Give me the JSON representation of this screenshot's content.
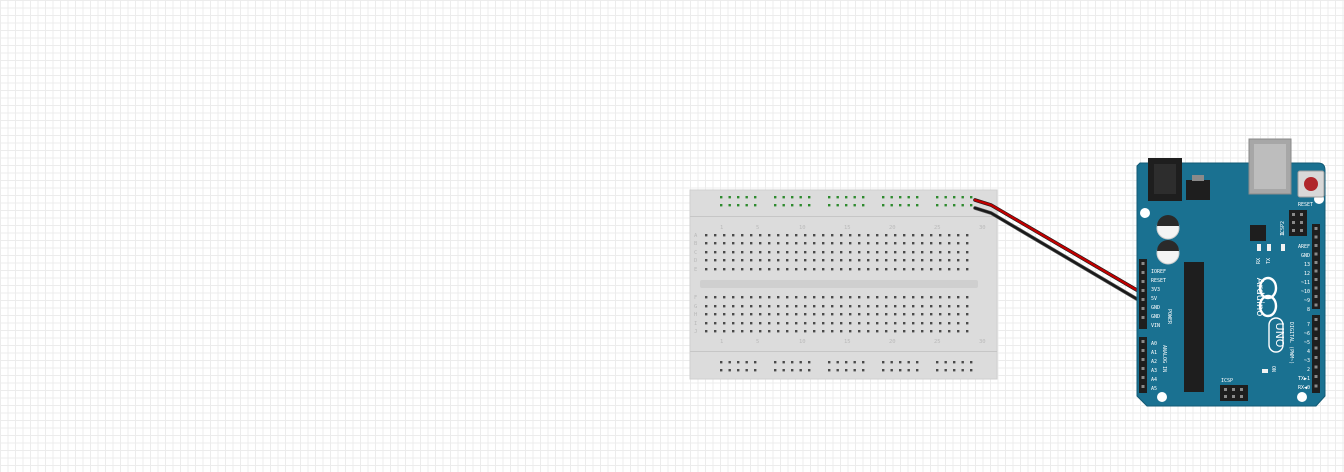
{
  "canvas": {
    "background": "#ffffff",
    "grid_color": "#ececec"
  },
  "breadboard": {
    "row_letters_top": [
      "A",
      "B",
      "C",
      "D",
      "E"
    ],
    "row_letters_bottom": [
      "F",
      "G",
      "H",
      "I",
      "J"
    ],
    "column_numbers": [
      "1",
      "5",
      "10",
      "15",
      "20",
      "25",
      "30"
    ],
    "body_color": "#dcdcdc",
    "highlight_color": "#2e8b2e"
  },
  "wires": [
    {
      "name": "red-wire",
      "color": "#c00000"
    },
    {
      "name": "black-wire",
      "color": "#1a1a1a"
    }
  ],
  "arduino": {
    "board_color": "#1a7191",
    "logo_text": "Arduino",
    "model_text": "UNO",
    "reset_label": "RESET",
    "icsp_label": "ICSP",
    "icsp2_label": "ICSP2",
    "tx_label": "TX",
    "rx_label": "RX",
    "l_label": "L",
    "on_label": "ON",
    "power_header_title": "POWER",
    "power_pins": [
      "IOREF",
      "RESET",
      "3V3",
      "5V",
      "GND",
      "GND",
      "VIN"
    ],
    "analog_header_title": "ANALOG IN",
    "analog_pins": [
      "A0",
      "A1",
      "A2",
      "A3",
      "A4",
      "A5"
    ],
    "digital_header_title": "DIGITAL (PWM~)",
    "digital_pins_top": [
      "AREF",
      "GND",
      "13",
      "12",
      "~11",
      "~10",
      "~9",
      "8"
    ],
    "digital_pins_bottom": [
      "7",
      "~6",
      "~5",
      "4",
      "~3",
      "2",
      "TX▶1",
      "RX◀0"
    ]
  }
}
